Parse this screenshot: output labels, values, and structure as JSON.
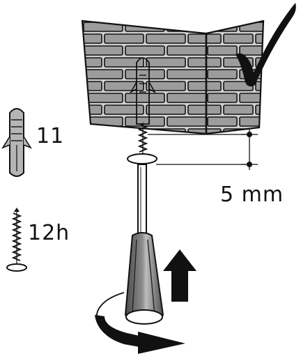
{
  "parts": {
    "wall_plug": {
      "label": "11",
      "icon": "wall-plug-icon"
    },
    "screw": {
      "label": "12h",
      "icon": "screw-icon"
    }
  },
  "dimension": {
    "label": "5 mm"
  },
  "icons": {
    "checkmark": "checkmark-icon",
    "brick_wall": "brick-wall-icon",
    "screwdriver": "screwdriver-icon",
    "up_arrow": "arrow-up-icon",
    "rotation_arrow": "rotate-clockwise-icon"
  },
  "colors": {
    "brick": "#9c9c9c",
    "mortar": "#cfcfcf",
    "handle": "#6e6e6e",
    "ink": "#111111"
  }
}
